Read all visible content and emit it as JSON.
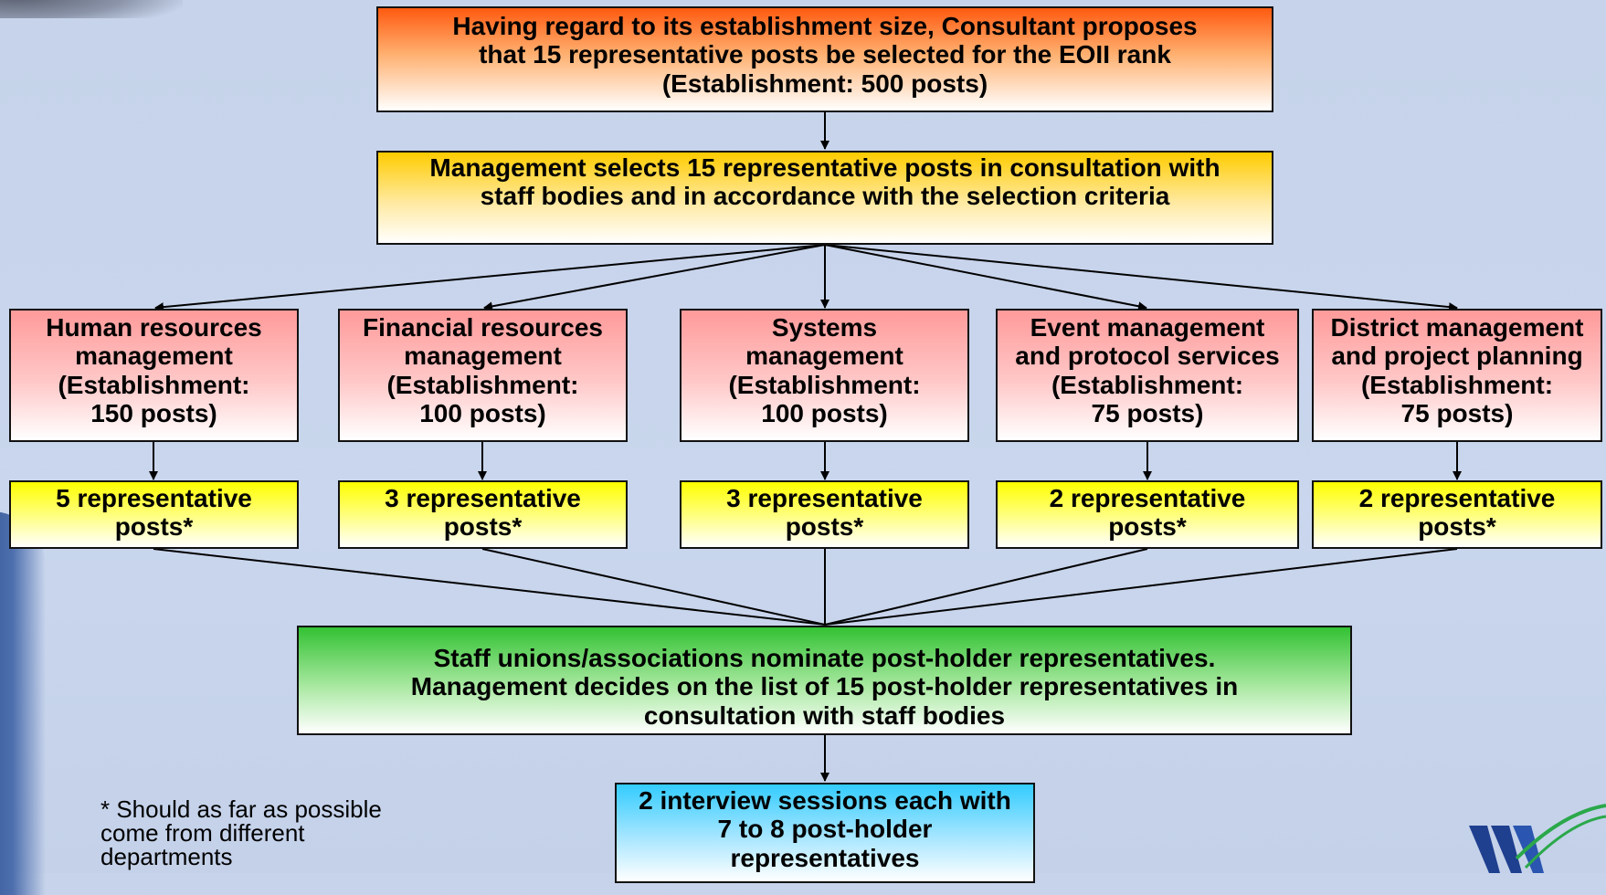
{
  "flowchart": {
    "proposal": "Having regard to its establishment size, Consultant proposes\nthat 15 representative posts be selected for the EOII rank\n(Establishment: 500 posts)",
    "selection": "Management selects 15 representative posts in consultation with\nstaff bodies and in accordance with the selection criteria",
    "departments": [
      {
        "name": "Human resources\nmanagement\n(Establishment:\n150 posts)",
        "posts": "5 representative\nposts*"
      },
      {
        "name": "Financial resources\nmanagement\n(Establishment:\n100 posts)",
        "posts": "3 representative\nposts*"
      },
      {
        "name": "Systems\nmanagement\n(Establishment:\n100 posts)",
        "posts": "3 representative\nposts*"
      },
      {
        "name": "Event management\nand protocol services\n(Establishment:\n75 posts)",
        "posts": "2 representative\nposts*"
      },
      {
        "name": "District management\nand project planning\n(Establishment:\n75 posts)",
        "posts": "2 representative\nposts*"
      }
    ],
    "nomination": "Staff unions/associations nominate post-holder representatives.\nManagement decides on the list of 15 post-holder representatives in\nconsultation with staff bodies",
    "interview": "2 interview sessions each with\n7 to 8 post-holder\nrepresentatives"
  },
  "footnote": "* Should as far as possible\n  come from different\n  departments",
  "logo_icon": "w-logo-icon"
}
